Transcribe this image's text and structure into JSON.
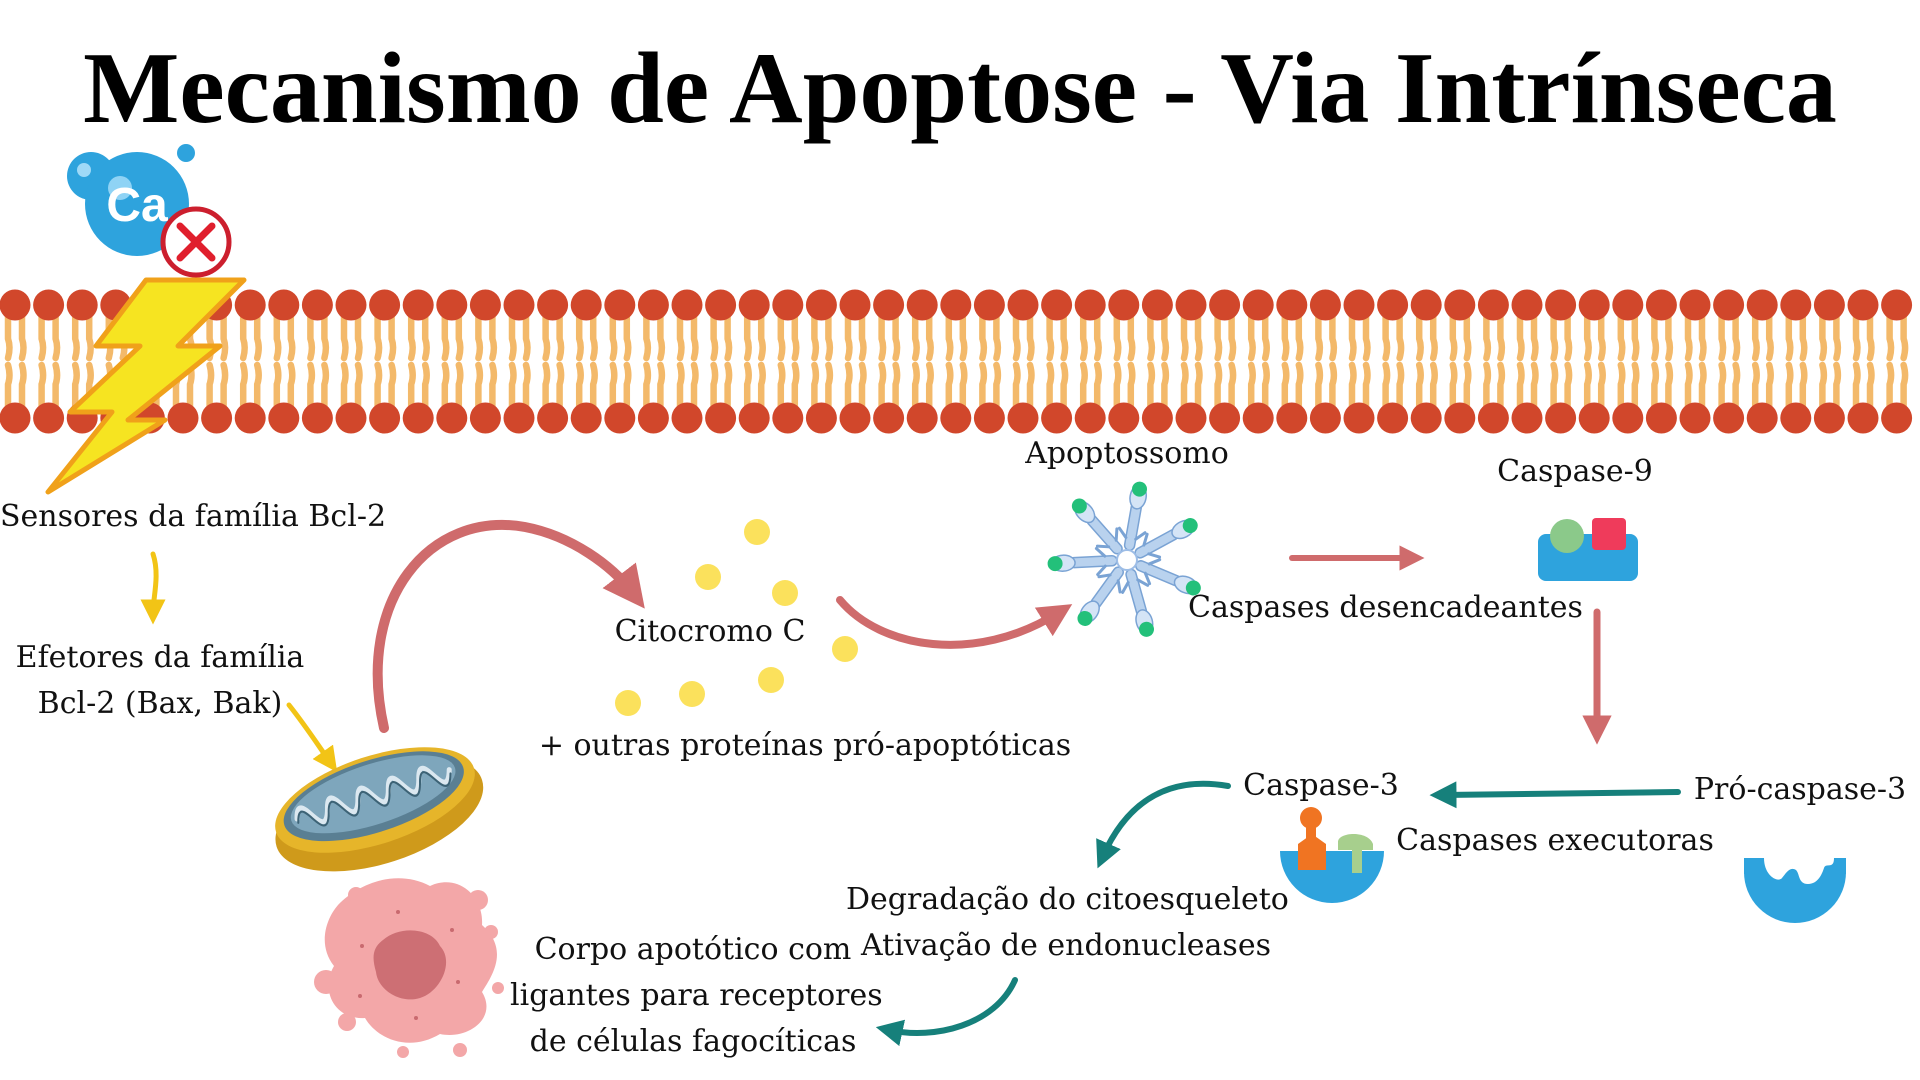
{
  "title": "Mecanismo de Apoptose - Via Intrínseca",
  "calcium_symbol": "Ca",
  "colors": {
    "head": "#d1472b",
    "tail": "#f3b96a",
    "arrow_red": "#cf6b6c",
    "arrow_teal": "#16807b",
    "arrow_yellow": "#f2c416",
    "cytochrome": "#fbe15c",
    "caspase_blue": "#2ea3dd"
  },
  "labels": {
    "sensors": "Sensores da família Bcl-2",
    "effectors": [
      "Efetores da família",
      "Bcl-2 (Bax, Bak)"
    ],
    "cytochrome": "Citocromo C",
    "other_proteins": "+ outras proteínas pró-apoptóticas",
    "apoptosome": "Apoptossomo",
    "initiator_caspases": "Caspases desencadeantes",
    "caspase9": "Caspase-9",
    "procaspase3": "Pró-caspase-3",
    "caspase3": "Caspase-3",
    "executor_caspases": "Caspases executoras",
    "degradation": [
      "Degradação do citoesqueleto",
      "Ativação de endonucleases"
    ],
    "apoptotic_body": [
      "Corpo apotótico com",
      "ligantes para receptores",
      "de células fagocíticas"
    ]
  }
}
